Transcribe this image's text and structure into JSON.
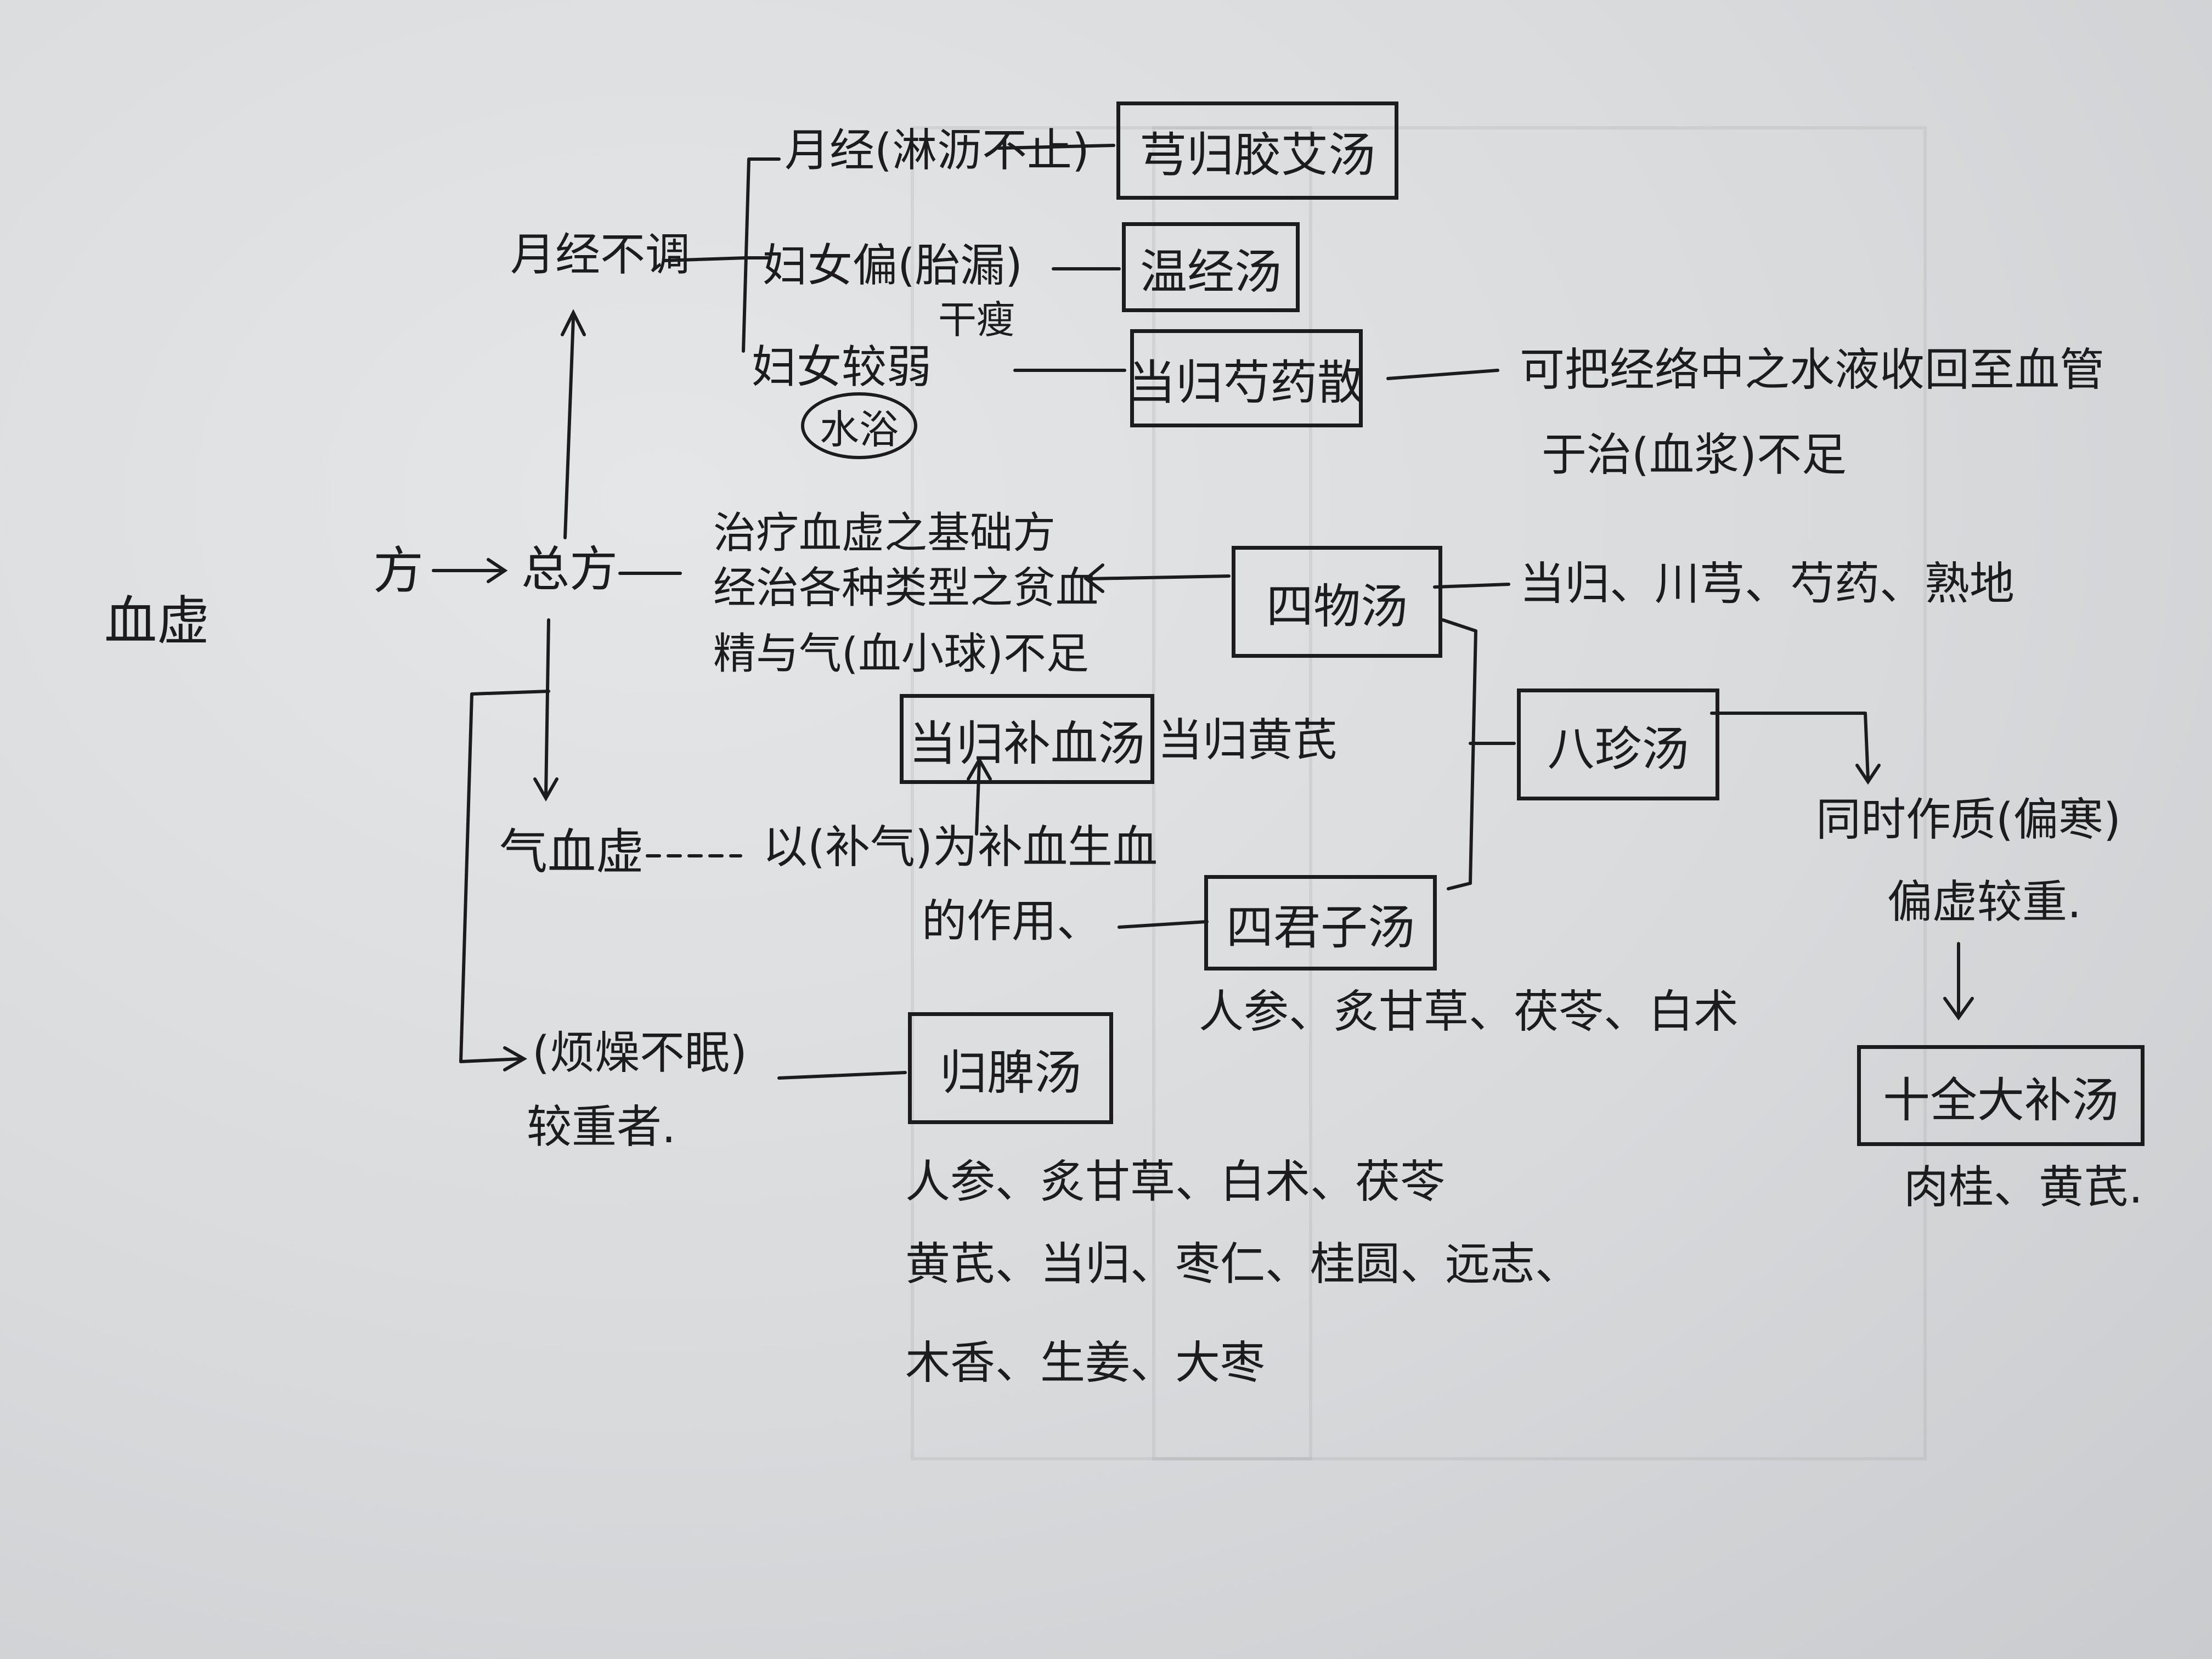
{
  "root": "血虚",
  "fang": "方",
  "jifang": "总方",
  "branches": {
    "yuejing_buhe": "月经不调",
    "yuejing": "月经(淋沥不止)",
    "funu_pianchan": "妇女偏(胎漏)",
    "gan_shou": "干瘦",
    "funu_xuruo": "妇女较弱",
    "shuiyu": "水浴",
    "zhiliao_line1": "治疗血虚之基础方",
    "zhiliao_line2": "经治各种类型之贫血",
    "zhiliao_line3": "精与气(血小球)不足",
    "qixuexu": "气血虚",
    "buqi_line1": "以(补气)为补血生血",
    "buqi_line2": "的作用、",
    "fanzao_line1": "(烦燥不眠)",
    "fanzao_line2": "较重者."
  },
  "boxes": {
    "jiaoai": "芎归胶艾汤",
    "wenjing": "温经汤",
    "danggui_shaoyao": "当归芍药散",
    "siwu": "四物汤",
    "danggui_buxue": "当归补血汤",
    "bazhen": "八珍汤",
    "sijunzi": "四君子汤",
    "guipi": "归脾汤",
    "shiquan": "十全大补汤"
  },
  "notes": {
    "danggui_shaoyao_note_line1": "可把经络中之水液收回至血管",
    "danggui_shaoyao_note_line2": "于治(血浆)不足",
    "siwu_ingredients": "当归、川芎、芍药、熟地",
    "buxue_ingredients": "当归黄芪",
    "sijunzi_ingredients": "人参、炙甘草、茯苓、白术",
    "guipi_line1": "人参、炙甘草、白术、茯苓",
    "guipi_line2": "黄芪、当归、枣仁、桂圆、远志、",
    "guipi_line3": "木香、生姜、大枣",
    "bazhen_note_line1": "同时作质(偏寒)",
    "bazhen_note_line2": "偏虚较重.",
    "shiquan_ingredients": "肉桂、黄芪."
  }
}
